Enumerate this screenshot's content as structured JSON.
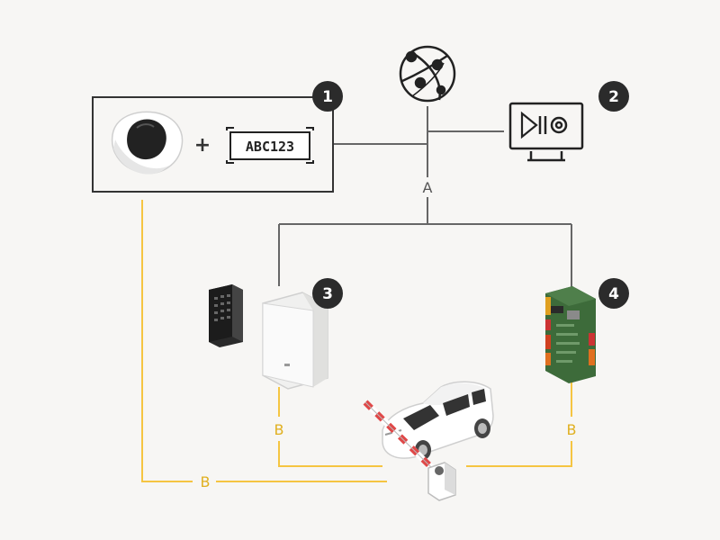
{
  "badges": {
    "b1": "1",
    "b2": "2",
    "b3": "3",
    "b4": "4"
  },
  "plate_text": "ABC123",
  "plus_sign": "+",
  "links": {
    "network": "A",
    "gate_left": "B",
    "gate_mid": "B",
    "gate_right": "B"
  },
  "colors": {
    "network_line": "#666666",
    "gate_line": "#f5c542",
    "badge_fill": "#2b2b2b",
    "background": "#f7f6f4"
  },
  "icons": [
    "globe-icon",
    "dome-camera-icon",
    "license-plate-icon",
    "monitor-icon",
    "keypad-icon",
    "door-controller-icon",
    "io-board-icon",
    "car-icon",
    "barrier-gate-icon"
  ]
}
